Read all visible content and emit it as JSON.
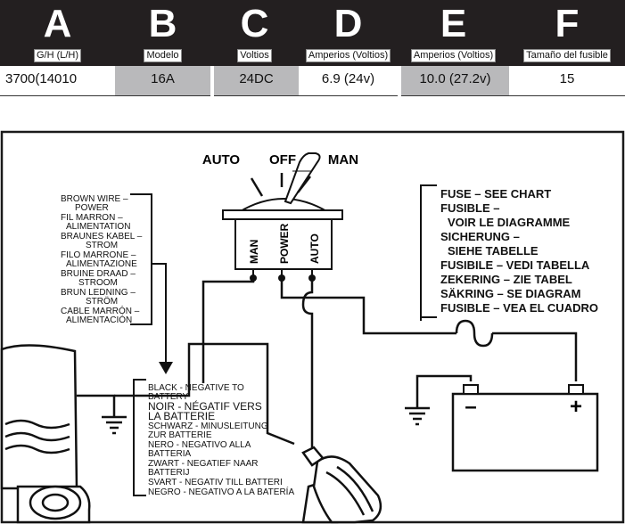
{
  "spec_table": {
    "columns": [
      {
        "letter": "A",
        "label": "G/H (L/H)",
        "value": "3700(14010"
      },
      {
        "letter": "B",
        "label": "Modelo",
        "value": "16A"
      },
      {
        "letter": "C",
        "label": "Voltios",
        "value": "24DC"
      },
      {
        "letter": "D",
        "label": "Amperios (Voltios)",
        "value": "6.9 (24v)"
      },
      {
        "letter": "E",
        "label": "Amperios (Voltios)",
        "value": "10.0 (27.2v)"
      },
      {
        "letter": "F",
        "label": "Tamaño del fusible",
        "value": "15"
      }
    ]
  },
  "diagram": {
    "switch_positions": [
      "AUTO",
      "OFF",
      "MAN"
    ],
    "switch_terminals": [
      "MAN",
      "POWER",
      "AUTO"
    ],
    "brown_wire_labels": [
      "BROWN WIRE –",
      "POWER",
      "FIL MARRON –",
      "ALIMENTATION",
      "BRAUNES KABEL –",
      "STROM",
      "FILO MARRONE –",
      "ALIMENTAZIONE",
      "BRUINE DRAAD –",
      "STROOM",
      "BRUN LEDNING –",
      "STRÖM",
      "CABLE MARRÓN –",
      "ALIMENTACIÓN"
    ],
    "fuse_labels": [
      "FUSE – SEE CHART",
      "FUSIBLE –",
      "VOIR LE DIAGRAMME",
      "SICHERUNG –",
      "SIEHE TABELLE",
      "FUSIBILE – VEDI TABELLA",
      "ZEKERING – ZIE TABEL",
      "SÄKRING – SE DIAGRAM",
      "FUSIBLE – VEA EL CUADRO"
    ],
    "black_wire_labels": [
      "BLACK - NEGATIVE TO",
      "BATTERY",
      "NOIR - NÉGATIF VERS",
      "LA BATTERIE",
      "SCHWARZ - MINUSLEITUNG",
      "ZUR BATTERIE",
      "NERO - NEGATIVO ALLA",
      "BATTERIA",
      "ZWART - NEGATIEF NAAR",
      "BATTERIJ",
      "SVART - NEGATIV TILL BATTERI",
      "NEGRO - NEGATIVO A LA BATERÍA"
    ],
    "battery_minus": "–",
    "battery_plus": "+"
  }
}
